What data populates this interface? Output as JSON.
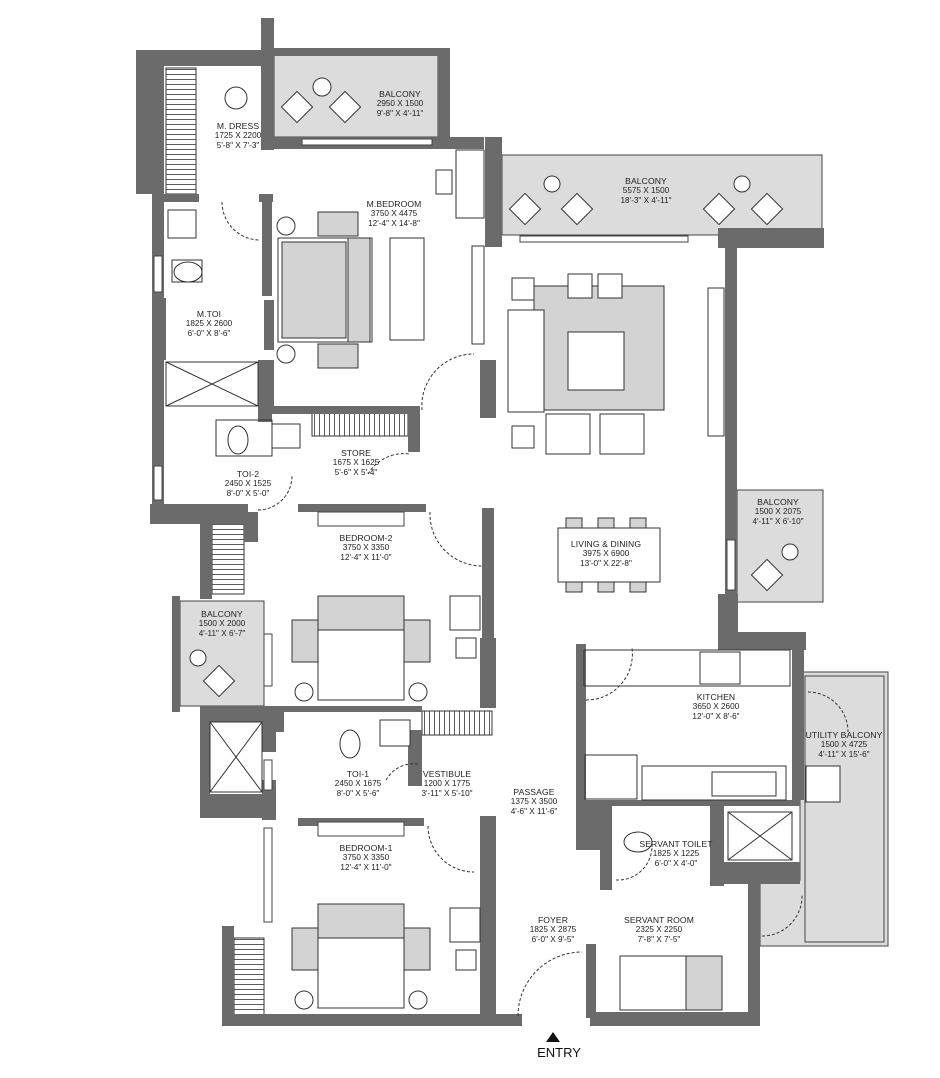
{
  "colors": {
    "wall": "#6b6b6b",
    "wall_dark": "#555555",
    "balcony_fill": "#dcdcdc",
    "furniture_fill": "#d3d3d3",
    "line": "#333333"
  },
  "rooms": {
    "m_dress": {
      "name": "M. DRESS",
      "mm": "1725 X 2200",
      "ft": "5'-8\" X 7'-3\""
    },
    "balcony_top": {
      "name": "BALCONY",
      "mm": "2950 X 1500",
      "ft": "9'-8\" X 4'-11\""
    },
    "balcony_right": {
      "name": "BALCONY",
      "mm": "5575 X 1500",
      "ft": "18'-3\" X 4'-11\""
    },
    "m_bedroom": {
      "name": "M.BEDROOM",
      "mm": "3750 X 4475",
      "ft": "12'-4\" X 14'-8\""
    },
    "m_toi": {
      "name": "M.TOI",
      "mm": "1825 X 2600",
      "ft": "6'-0\" X 8'-6\""
    },
    "store": {
      "name": "STORE",
      "mm": "1675 X 1625",
      "ft": "5'-6\" X 5'-4\""
    },
    "toi_2": {
      "name": "TOI-2",
      "mm": "2450 X 1525",
      "ft": "8'-0\" X 5'-0\""
    },
    "bedroom_2": {
      "name": "BEDROOM-2",
      "mm": "3750 X 3350",
      "ft": "12'-4\" X 11'-0\""
    },
    "living_dining": {
      "name": "LIVING & DINING",
      "mm": "3975 X 6900",
      "ft": "13'-0\" X 22'-8\""
    },
    "balcony_living": {
      "name": "BALCONY",
      "mm": "1500 X 2075",
      "ft": "4'-11\" X 6'-10\""
    },
    "balcony_bed2": {
      "name": "BALCONY",
      "mm": "1500 X 2000",
      "ft": "4'-11\" X 6'-7\""
    },
    "kitchen": {
      "name": "KITCHEN",
      "mm": "3650 X 2600",
      "ft": "12'-0\" X 8'-6\""
    },
    "utility_balcony": {
      "name": "UTILITY BALCONY",
      "mm": "1500 X 4725",
      "ft": "4'-11\" X 15'-6\""
    },
    "toi_1": {
      "name": "TOI-1",
      "mm": "2450 X 1675",
      "ft": "8'-0\" X 5'-6\""
    },
    "vestibule": {
      "name": "VESTIBULE",
      "mm": "1200 X 1775",
      "ft": "3'-11\" X 5'-10\""
    },
    "passage": {
      "name": "PASSAGE",
      "mm": "1375 X 3500",
      "ft": "4'-6\" X 11'-6\""
    },
    "bedroom_1": {
      "name": "BEDROOM-1",
      "mm": "3750 X 3350",
      "ft": "12'-4\" X 11'-0\""
    },
    "servant_toilet": {
      "name": "SERVANT TOILET",
      "mm": "1825 X 1225",
      "ft": "6'-0\" X 4'-0\""
    },
    "foyer": {
      "name": "FOYER",
      "mm": "1825 X 2875",
      "ft": "6'-0\" X 9'-5\""
    },
    "servant_room": {
      "name": "SERVANT ROOM",
      "mm": "2325 X 2250",
      "ft": "7'-8\" X 7'-5\""
    }
  },
  "entry": {
    "label": "ENTRY"
  }
}
